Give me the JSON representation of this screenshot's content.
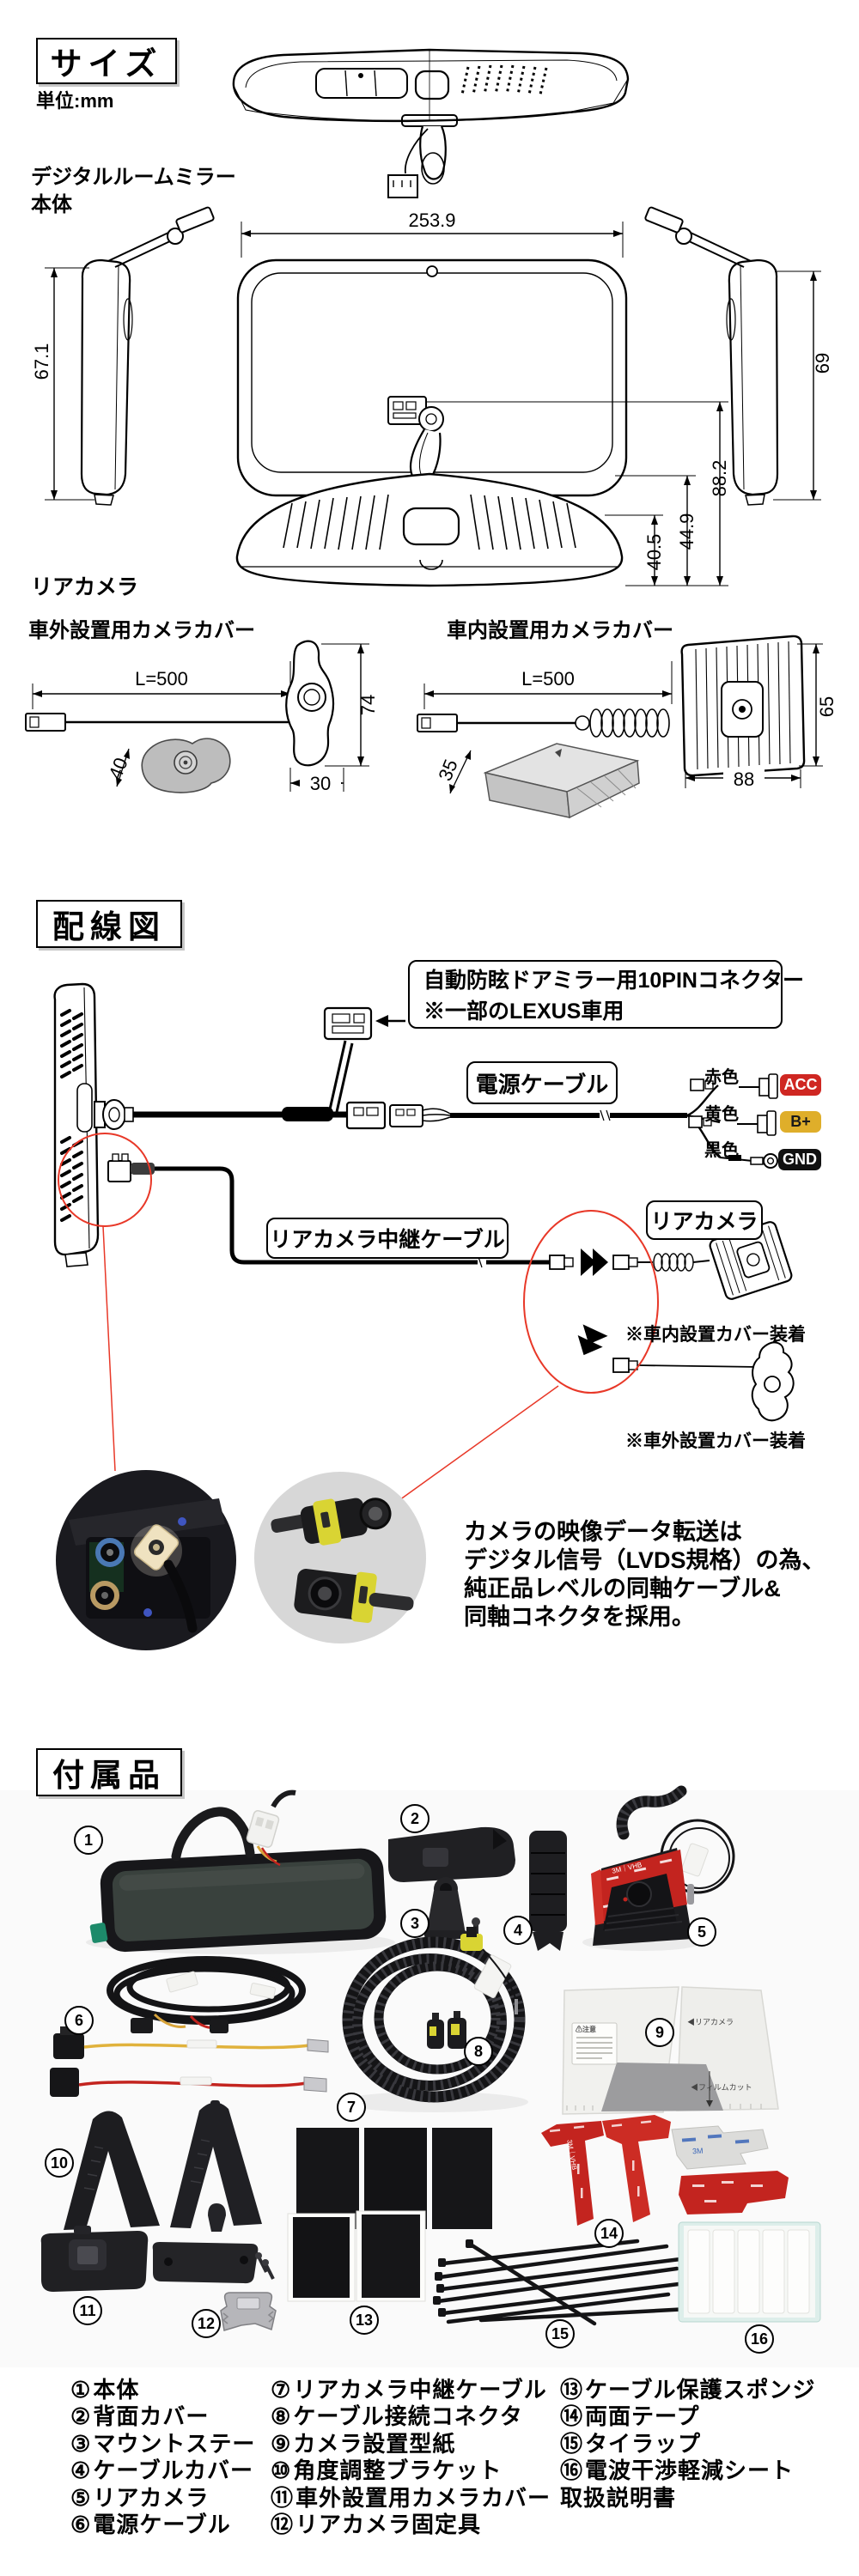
{
  "colors": {
    "annotation_red": "#e83828",
    "badge_acc_bg": "#cf2722",
    "badge_bplus_bg": "#dfae2a",
    "badge_gnd_bg": "#111111",
    "tape_red": "#c3241f",
    "connector_yellow": "#d9d433"
  },
  "size": {
    "header": "サイズ",
    "unit": "単位:mm",
    "product_line1": "デジタルルームミラー",
    "product_line2": "本体",
    "width": "253.9",
    "height_left": "67.1",
    "height_right": "69",
    "depth_front": "40.5",
    "depth_mid": "44.9",
    "depth_total": "88.2",
    "rear_camera_heading": "リアカメラ",
    "outside_heading": "車外設置用カメラカバー",
    "inside_heading": "車内設置用カメラカバー",
    "out_cable": "L=500",
    "out_h": "74",
    "out_w": "30",
    "out_cover": "40",
    "in_cable": "L=500",
    "in_h": "65",
    "in_w": "88",
    "in_cover": "35"
  },
  "wiring": {
    "header": "配線図",
    "pin_note1": "自動防眩ドアミラー用10PINコネクター",
    "pin_note2": "※一部のLEXUS車用",
    "power_label": "電源ケーブル",
    "wires": [
      {
        "color": "赤色",
        "badge": "ACC"
      },
      {
        "color": "黄色",
        "badge": "B+"
      },
      {
        "color": "黒色",
        "badge": "GND"
      }
    ],
    "relay_label": "リアカメラ中継ケーブル",
    "rear_camera_label": "リアカメラ",
    "inside_note": "※車内設置カバー装着",
    "outside_note": "※車外設置カバー装着",
    "lvds1": "カメラの映像データ転送は",
    "lvds2": "デジタル信号（LVDS規格）の為、",
    "lvds3": "純正品レベルの同軸ケーブル&",
    "lvds4": "同軸コネクタを採用。"
  },
  "accessories": {
    "header": "付属品",
    "markers": [
      "1",
      "2",
      "3",
      "4",
      "5",
      "6",
      "7",
      "8",
      "9",
      "10",
      "11",
      "12",
      "13",
      "14",
      "15",
      "16"
    ],
    "legend": [
      {
        "num": "①",
        "label": "本体"
      },
      {
        "num": "②",
        "label": "背面カバー"
      },
      {
        "num": "③",
        "label": "マウントステー"
      },
      {
        "num": "④",
        "label": "ケーブルカバー"
      },
      {
        "num": "⑤",
        "label": "リアカメラ"
      },
      {
        "num": "⑥",
        "label": "電源ケーブル"
      },
      {
        "num": "⑦",
        "label": "リアカメラ中継ケーブル"
      },
      {
        "num": "⑧",
        "label": "ケーブル接続コネクタ"
      },
      {
        "num": "⑨",
        "label": "カメラ設置型紙"
      },
      {
        "num": "⑩",
        "label": "角度調整ブラケット"
      },
      {
        "num": "⑪",
        "label": "車外設置用カメラカバー"
      },
      {
        "num": "⑫",
        "label": "リアカメラ固定具"
      },
      {
        "num": "⑬",
        "label": "ケーブル保護スポンジ"
      },
      {
        "num": "⑭",
        "label": "両面テープ"
      },
      {
        "num": "⑮",
        "label": "タイラップ"
      },
      {
        "num": "⑯",
        "label": "電波干渉軽減シート"
      }
    ],
    "manual": "取扱説明書",
    "template_warn": "⚠注意",
    "template_cam": "◀リアカメラ",
    "template_film": "◀フィルムカット",
    "tape_brand": "3M｜VHB",
    "sheet_brand": "3M"
  }
}
